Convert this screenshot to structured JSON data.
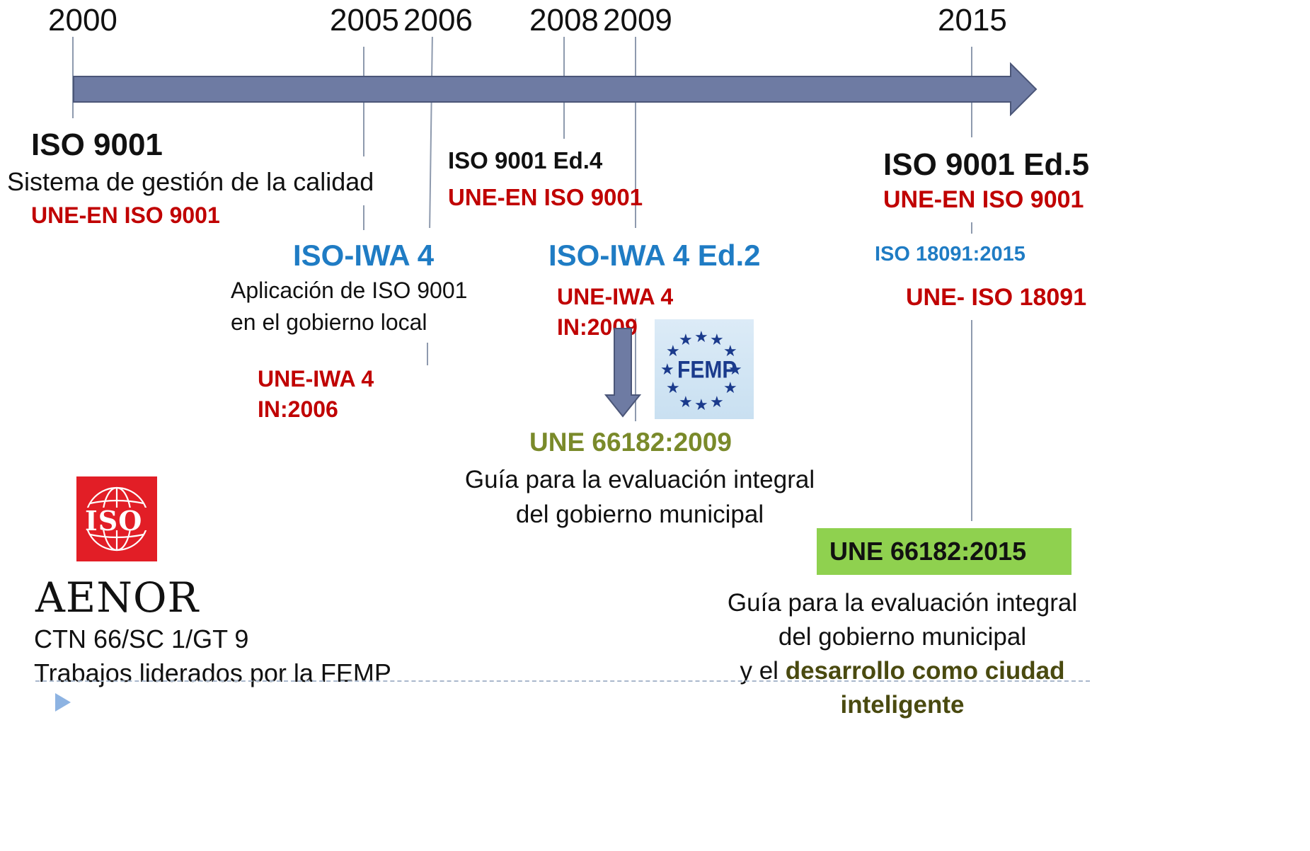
{
  "timeline": {
    "years": [
      "2000",
      "2005",
      "2006",
      "2008",
      "2009",
      "2015"
    ]
  },
  "iso2000": {
    "title": "ISO 9001",
    "desc": "Sistema de gestión de la calidad",
    "une": "UNE-EN ISO 9001"
  },
  "iso2008": {
    "title": "ISO 9001 Ed.4",
    "une": "UNE-EN ISO 9001"
  },
  "iwa2005": {
    "title": "ISO-IWA 4",
    "desc_line1": "Aplicación de ISO 9001",
    "desc_line2": "en el gobierno local",
    "une_line1": "UNE-IWA 4",
    "une_line2": "IN:2006"
  },
  "iwa2009": {
    "title": "ISO-IWA 4 Ed.2",
    "une_line1": "UNE-IWA 4",
    "une_line2": "IN:2009"
  },
  "une2009": {
    "title": "UNE 66182:2009",
    "desc_line1": "Guía para la evaluación integral",
    "desc_line2": "del gobierno municipal"
  },
  "iso2015": {
    "title": "ISO 9001 Ed.5",
    "une": "UNE-EN ISO 9001",
    "iso18091": "ISO 18091:2015",
    "une18091": "UNE- ISO 18091"
  },
  "une2015": {
    "title": "UNE 66182:2015",
    "desc_line1": "Guía para la evaluación integral",
    "desc_line2": "del gobierno municipal",
    "desc_line3_prefix": "y el ",
    "desc_line3_highlight": "desarrollo como ciudad",
    "desc_line4_highlight": "inteligente"
  },
  "logos": {
    "iso_text": "ISO",
    "aenor_text": "AENOR",
    "femp_text": "FEMP"
  },
  "aenor": {
    "committee": "CTN 66/SC 1/GT 9",
    "note": "Trabajos liderados por la FEMP"
  },
  "colors": {
    "arrow": "#6e7ba3",
    "red": "#c00000",
    "blue": "#1f7cc4",
    "olive": "#7a8a2a",
    "green_box": "#8fd14f",
    "iso_red": "#e21e26"
  }
}
